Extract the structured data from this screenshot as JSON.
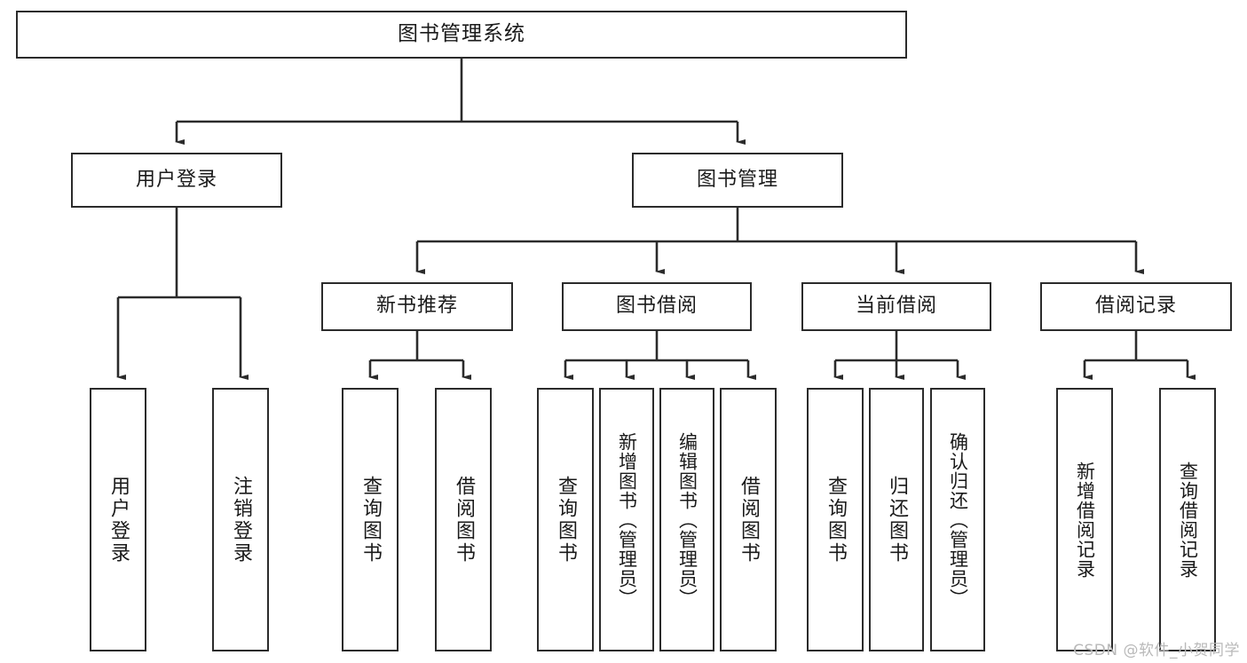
{
  "diagram": {
    "title": "图书管理系统",
    "type": "functional-decomposition-tree",
    "colors": {
      "border": "#2b2b2b",
      "text": "#1a1a1a",
      "background": "#ffffff",
      "watermark": "#b9b9b9"
    },
    "root": {
      "label": "图书管理系统"
    },
    "level2": [
      {
        "label": "用户登录"
      },
      {
        "label": "图书管理"
      }
    ],
    "level3": [
      {
        "label": "新书推荐"
      },
      {
        "label": "图书借阅"
      },
      {
        "label": "当前借阅"
      },
      {
        "label": "借阅记录"
      }
    ],
    "leaves": {
      "user_login": [
        {
          "label": "用户登录"
        },
        {
          "label": "注销登录"
        }
      ],
      "new_book_recommend": [
        {
          "label": "查询图书"
        },
        {
          "label": "借阅图书"
        }
      ],
      "book_borrow": [
        {
          "label": "查询图书"
        },
        {
          "label": "新增图书（管理员）"
        },
        {
          "label": "编辑图书（管理员）"
        },
        {
          "label": "借阅图书"
        }
      ],
      "current_borrow": [
        {
          "label": "查询图书"
        },
        {
          "label": "归还图书"
        },
        {
          "label": "确认归还（管理员）"
        }
      ],
      "borrow_records": [
        {
          "label": "新增借阅记录"
        },
        {
          "label": "查询借阅记录"
        }
      ]
    }
  },
  "watermark": {
    "text": "CSDN @软件_小贺同学"
  }
}
